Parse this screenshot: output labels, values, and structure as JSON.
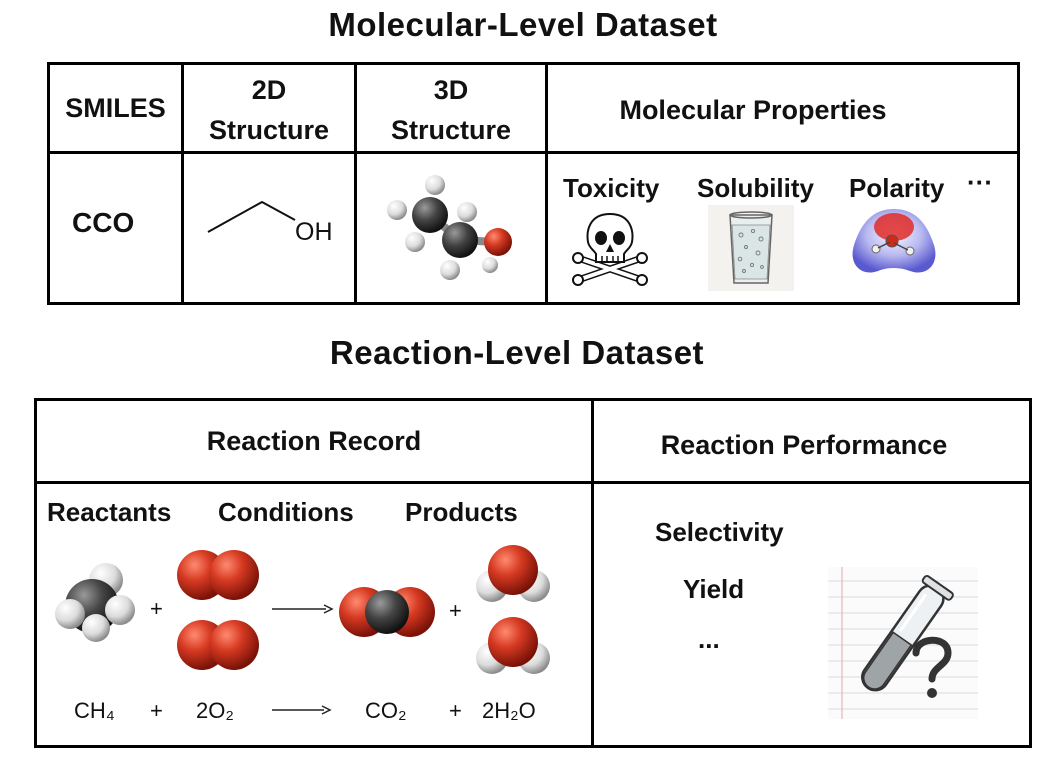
{
  "molecular": {
    "title": "Molecular-Level Dataset",
    "headers": {
      "smiles": "SMILES",
      "structure_2d": [
        "2D",
        "Structure"
      ],
      "structure_3d": [
        "3D",
        "Structure"
      ],
      "properties": "Molecular Properties"
    },
    "row": {
      "smiles_value": "CCO",
      "oh_label": "OH",
      "properties": [
        "Toxicity",
        "Solubility",
        "Polarity"
      ],
      "ellipsis": "···"
    }
  },
  "reaction": {
    "title": "Reaction-Level Dataset",
    "headers": {
      "record": "Reaction Record",
      "performance": "Reaction Performance"
    },
    "record": {
      "columns": [
        "Reactants",
        "Conditions",
        "Products"
      ],
      "plus": "+",
      "equation": {
        "reactant1": "CH₄",
        "reactant2": "2O₂",
        "product1": "CO₂",
        "product2": "2H₂O"
      }
    },
    "performance": {
      "items": [
        "Selectivity",
        "Yield",
        "..."
      ]
    }
  },
  "colors": {
    "border": "#000000",
    "oxygen": "#cc2a1a",
    "carbon": "#3a3a3a",
    "hydrogen": "#e6e6e6"
  },
  "icons": [
    "skull-crossbones-icon",
    "water-glass-icon",
    "electrostatic-potential-icon",
    "test-tube-question-icon"
  ]
}
